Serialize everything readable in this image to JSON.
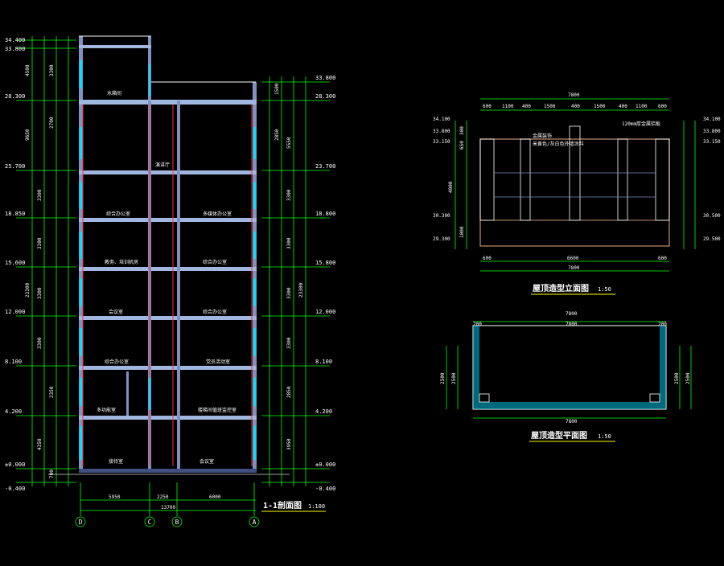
{
  "drawing": {
    "colors": {
      "background": "#000000",
      "wall": "#8090c0",
      "slab": "#a0b8e0",
      "dim": "#00ff00",
      "window": "#00e0ff",
      "red": "#ff3030",
      "text": "#ffffff",
      "roof_wall": "#c09070"
    },
    "section": {
      "title": "1-1剖面图",
      "scale": "1:100",
      "axes": [
        "D",
        "C",
        "B",
        "A"
      ],
      "bottom_dims": [
        "5950",
        "2250",
        "6000",
        "13700"
      ],
      "elev_left": [
        "34.400",
        "33.800",
        "28.300",
        "25.700",
        "18.850",
        "15.600",
        "12.000",
        "8.100",
        "4.200",
        "±0.000",
        "-0.400"
      ],
      "elev_right": [
        "33.800",
        "28.300",
        "23.700",
        "18.800",
        "15.800",
        "12.000",
        "8.100",
        "4.200",
        "±0.000",
        "-0.400"
      ],
      "rooms": [
        "水箱间",
        "演讲厅",
        "综合办公室",
        "多媒体办公室",
        "教务、培训机房",
        "综合办公室",
        "会议室",
        "综合办公室",
        "综合办公室",
        "党员活动室",
        "多功能室",
        "楼梯间值班监控室",
        "接待室",
        "会议室"
      ],
      "left_story_dims": [
        "4500",
        "3300",
        "2700",
        "9650",
        "3300",
        "3300",
        "3300",
        "3300",
        "2350",
        "4350",
        "700",
        "23300"
      ],
      "right_story_dims": [
        "1500",
        "2850",
        "5550",
        "3300",
        "3300",
        "3300",
        "3300",
        "2850",
        "3950",
        "23300"
      ]
    },
    "roof_elevation": {
      "title": "屋顶造型立面图",
      "scale": "1:50",
      "top_total": "7800",
      "top_dims": [
        "600",
        "1100",
        "400",
        "1500",
        "400",
        "1500",
        "400",
        "1100",
        "600"
      ],
      "bottom_dims": [
        "600",
        "6600",
        "600"
      ],
      "bottom_total": "7800",
      "elev_left": [
        "34.100",
        "33.800",
        "33.150",
        "30.300",
        "29.300"
      ],
      "elev_right": [
        "34.100",
        "33.800",
        "33.150",
        "30.500",
        "29.500"
      ],
      "side_dims": [
        "300",
        "650",
        "4000",
        "1000"
      ],
      "notes": [
        "金属装饰",
        "米黄色/灰白色外墙涂料",
        "120mm厚金属铝板"
      ]
    },
    "roof_plan": {
      "title": "屋顶造型平面图",
      "scale": "1:50",
      "top_dims": [
        "200",
        "7800",
        "200"
      ],
      "bottom_total": "7800",
      "side_dims": [
        "2500",
        "2500"
      ]
    }
  }
}
